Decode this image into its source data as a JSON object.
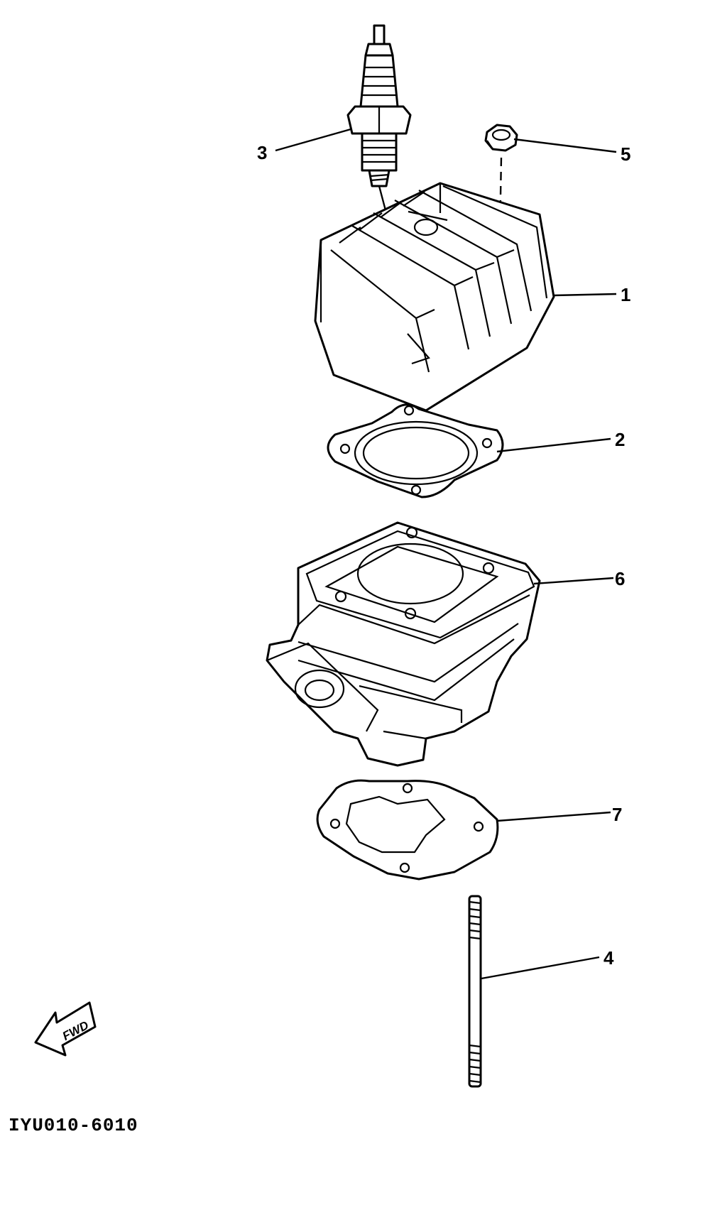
{
  "parts": [
    {
      "id": "cylinder-head",
      "number": "1"
    },
    {
      "id": "cylinder-head-gasket",
      "number": "2"
    },
    {
      "id": "spark-plug",
      "number": "3"
    },
    {
      "id": "stud-bolt",
      "number": "4"
    },
    {
      "id": "nut",
      "number": "5"
    },
    {
      "id": "cylinder",
      "number": "6"
    },
    {
      "id": "cylinder-base-gasket",
      "number": "7"
    }
  ],
  "fwd_label": "FWD",
  "reference_code": "IYU010-6010"
}
